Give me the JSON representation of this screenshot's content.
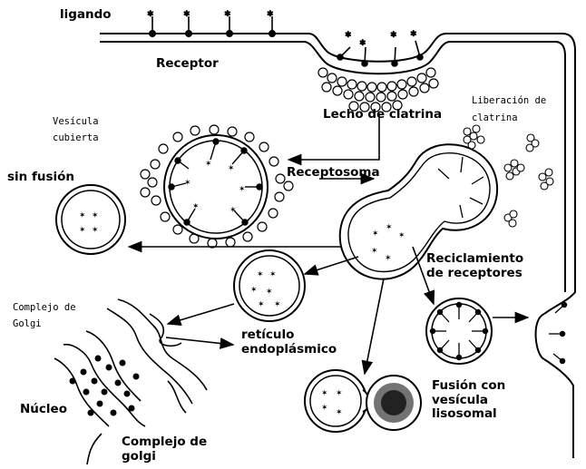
{
  "labels": {
    "ligando": "ligando",
    "receptor": "Receptor",
    "lecho_clatrina": "Lecho de clatrina",
    "liberacion": [
      "Liberación de",
      "clatrina"
    ],
    "vesicula_cubierta": [
      "Vesícula",
      "cubierta"
    ],
    "sin_fusion": "sin fusión",
    "receptosoma": "Receptosoma",
    "reciclamiento": [
      "Reciclamiento",
      "de receptores"
    ],
    "complejo_golgi_top": [
      "Complejo de",
      "Golgi"
    ],
    "reticulo": [
      "retículo",
      "endoplásmico"
    ],
    "nucleo": "Núcleo",
    "fusion_lisosomal": [
      "Fusión con",
      "vesícula",
      "lisosomal"
    ],
    "complejo_golgi_bottom": [
      "Complejo de",
      "golgi"
    ]
  },
  "colors": {
    "ink": "#000000",
    "background": "#ffffff"
  }
}
